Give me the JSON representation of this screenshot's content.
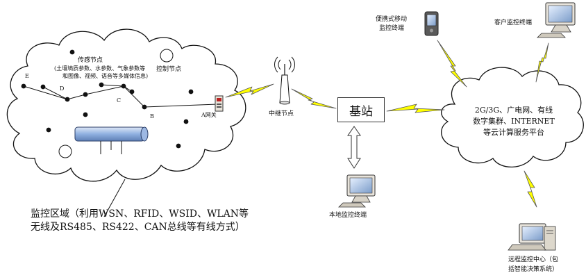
{
  "labels": {
    "sensor_node": "传感节点",
    "sensor_params_1": "(土壤墒质参数、水参数、气象参数等",
    "sensor_params_2": "和图像、视频、语音等多媒体信息)",
    "control_node": "控制节点",
    "node_e": "E",
    "node_d": "D",
    "node_c": "C",
    "node_b": "B",
    "gateway": "A网关",
    "relay_node": "中继节点",
    "base_station": "基站",
    "portable_terminal_1": "便携式移动",
    "portable_terminal_2": "监控终端",
    "customer_terminal": "客户监控终端",
    "cloud_1": "2G/3G、广电网、有线",
    "cloud_2": "数字集群、INTERNET",
    "cloud_3": "等云计算服务平台",
    "local_terminal": "本地监控终端",
    "monitor_area_1": "监控区域（利用WSN、RFID、WSID、WLAN等",
    "monitor_area_2": "无线及RS485、RS422、CAN总线等有线方式）",
    "remote_center_1": "远程监控中心（包",
    "remote_center_2": "括智能决策系统）"
  },
  "colors": {
    "lightning": "#ffff00",
    "lightning_stroke": "#555555",
    "pipe": "#7f9fd6",
    "cloud_stroke": "#111111"
  }
}
